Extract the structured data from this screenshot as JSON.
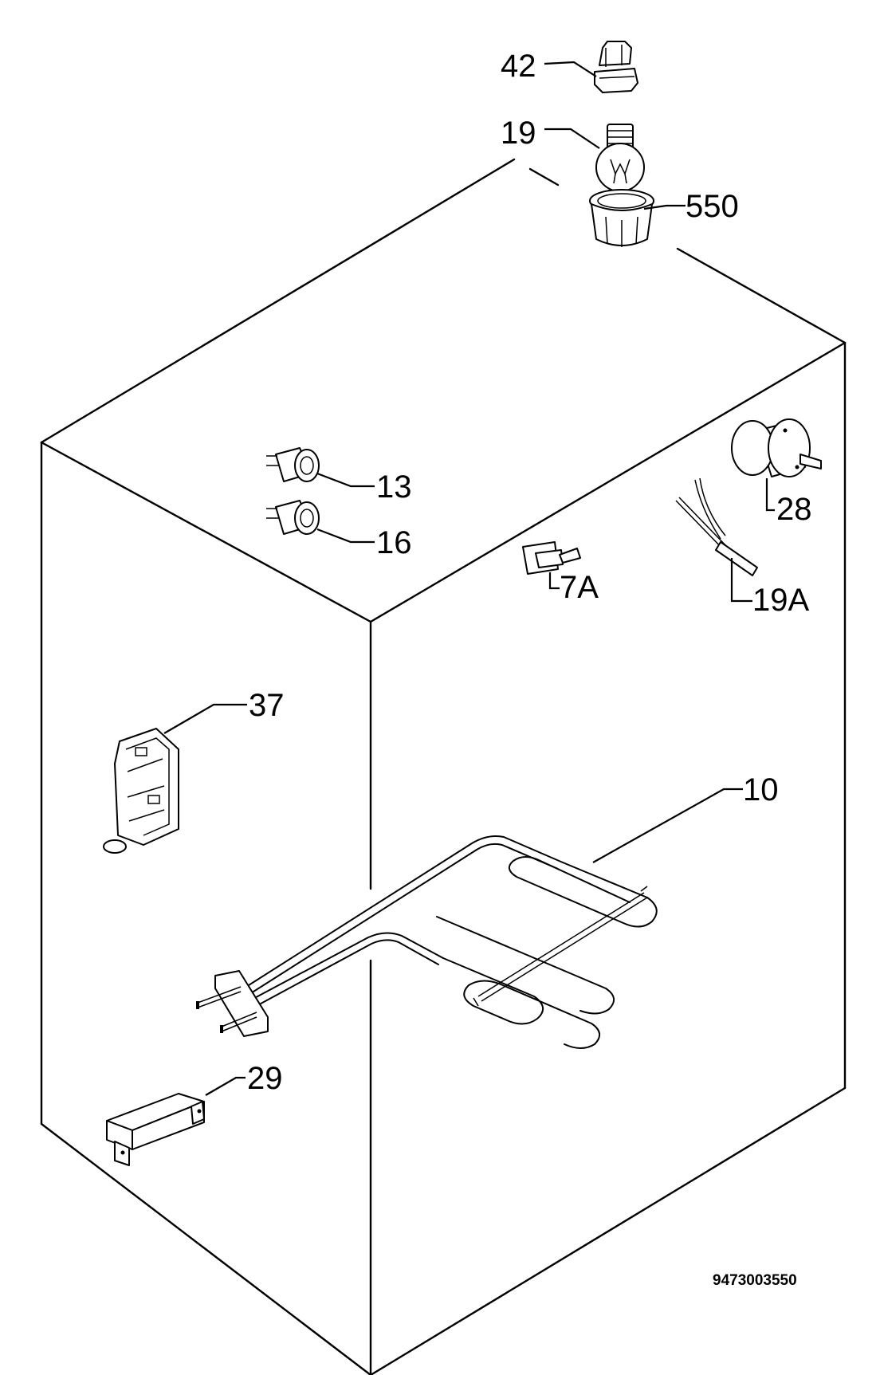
{
  "parts": [
    {
      "key": "p42",
      "label": "42",
      "name": "lamp-holder-icon"
    },
    {
      "key": "p19",
      "label": "19",
      "name": "lamp-bulb-icon"
    },
    {
      "key": "p550",
      "label": "550",
      "name": "lamp-cover-icon"
    },
    {
      "key": "p13",
      "label": "13",
      "name": "indicator-light-icon"
    },
    {
      "key": "p16",
      "label": "16",
      "name": "indicator-light-icon"
    },
    {
      "key": "p28",
      "label": "28",
      "name": "fan-motor-icon"
    },
    {
      "key": "p7A",
      "label": "7A",
      "name": "door-switch-icon"
    },
    {
      "key": "p19A",
      "label": "19A",
      "name": "temperature-sensor-icon"
    },
    {
      "key": "p37",
      "label": "37",
      "name": "terminal-block-icon"
    },
    {
      "key": "p10",
      "label": "10",
      "name": "heating-element-icon"
    },
    {
      "key": "p29",
      "label": "29",
      "name": "mounting-bracket-icon"
    }
  ],
  "document_code": "9473003550"
}
